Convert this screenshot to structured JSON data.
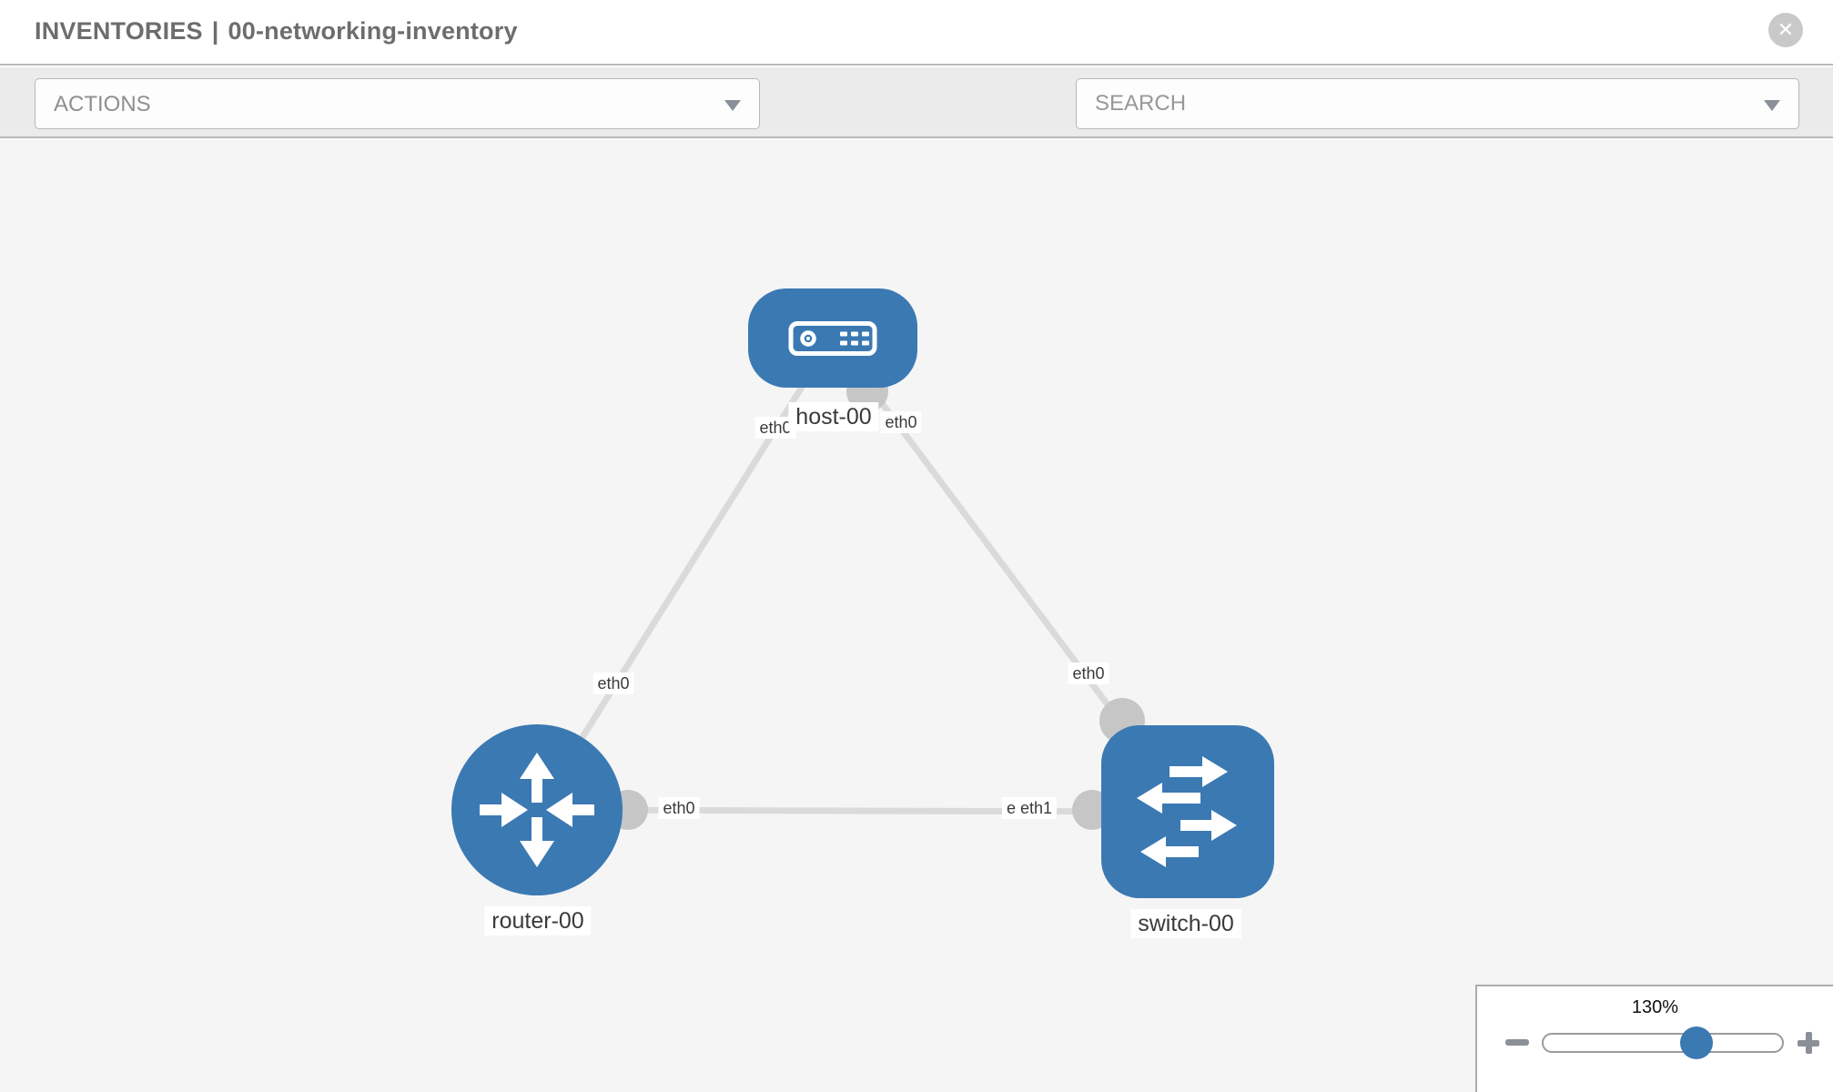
{
  "header": {
    "section": "INVENTORIES",
    "separator": "|",
    "inventory_name": "00-networking-inventory",
    "close_glyph": "✕"
  },
  "toolbar": {
    "actions_label": "ACTIONS",
    "search_placeholder": "SEARCH",
    "icon_names": [
      "wrench-icon",
      "key-icon"
    ]
  },
  "topology": {
    "node_labels": {
      "host": "host-00",
      "router": "router-00",
      "switch": "switch-00"
    },
    "node_types": {
      "host": "host",
      "router": "router",
      "switch": "switch"
    },
    "links": [
      {
        "from": "host-00",
        "to": "router-00"
      },
      {
        "from": "host-00",
        "to": "switch-00"
      },
      {
        "from": "router-00",
        "to": "switch-00"
      }
    ],
    "interface_labels": {
      "host_to_router": "eth0",
      "host_to_switch": "eth0",
      "router_to_host": "eth0",
      "switch_to_host": "eth0",
      "router_to_switch": "eth0",
      "switch_to_router_back": "eth0",
      "switch_to_router_front": "eth1"
    }
  },
  "zoom_control": {
    "level": "130%"
  },
  "colors": {
    "node_blue": "#3b79b3",
    "link_gray": "#dadada",
    "port_gray": "#c6c6c6",
    "toolbar_bg": "#ebebeb",
    "canvas_bg": "#f5f5f5",
    "title_text": "#6d6d6d",
    "icon_gray": "#8a8f98"
  }
}
